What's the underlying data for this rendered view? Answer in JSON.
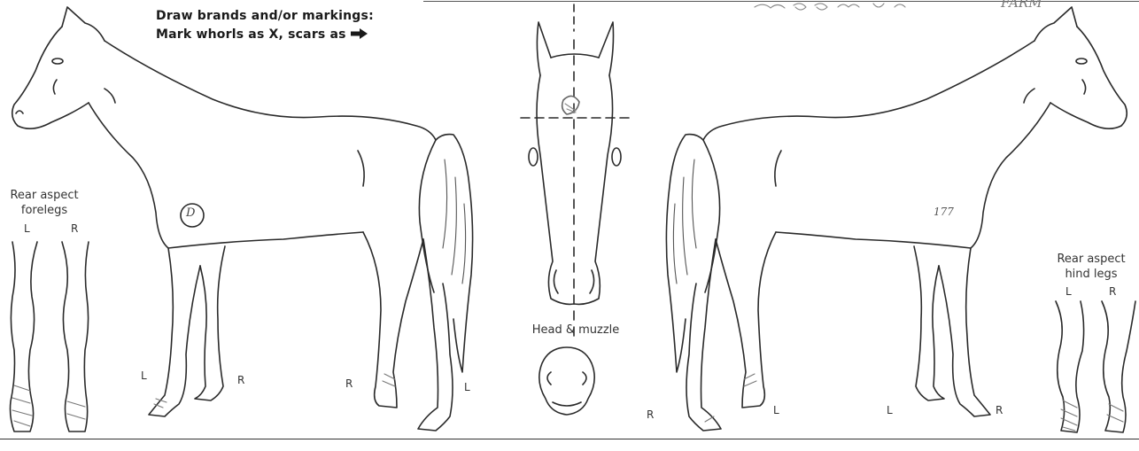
{
  "instructions": {
    "line1": "Draw brands and/or markings:",
    "line2": "Mark whorls as X, scars as"
  },
  "top_right_handwriting": "FARM",
  "fore_view": {
    "title_line1": "Rear aspect",
    "title_line2": "forelegs",
    "left": "L",
    "right": "R"
  },
  "hind_view": {
    "title_line1": "Rear aspect",
    "title_line2": "hind legs",
    "left": "L",
    "right": "R"
  },
  "left_profile": {
    "front_left": "L",
    "front_right": "R",
    "hind_right": "R",
    "hind_left": "L",
    "brand_mark": "D"
  },
  "right_profile": {
    "hind_right": "R",
    "front_left": "L",
    "hind_left": "L",
    "front_right": "R",
    "brand_mark": "177"
  },
  "head_view": {
    "caption": "Head & muzzle"
  },
  "colors": {
    "ink": "#2a2a2a",
    "paper": "#ffffff",
    "shading": "#888888"
  },
  "icons": {
    "scar": "arrow-right-icon"
  }
}
